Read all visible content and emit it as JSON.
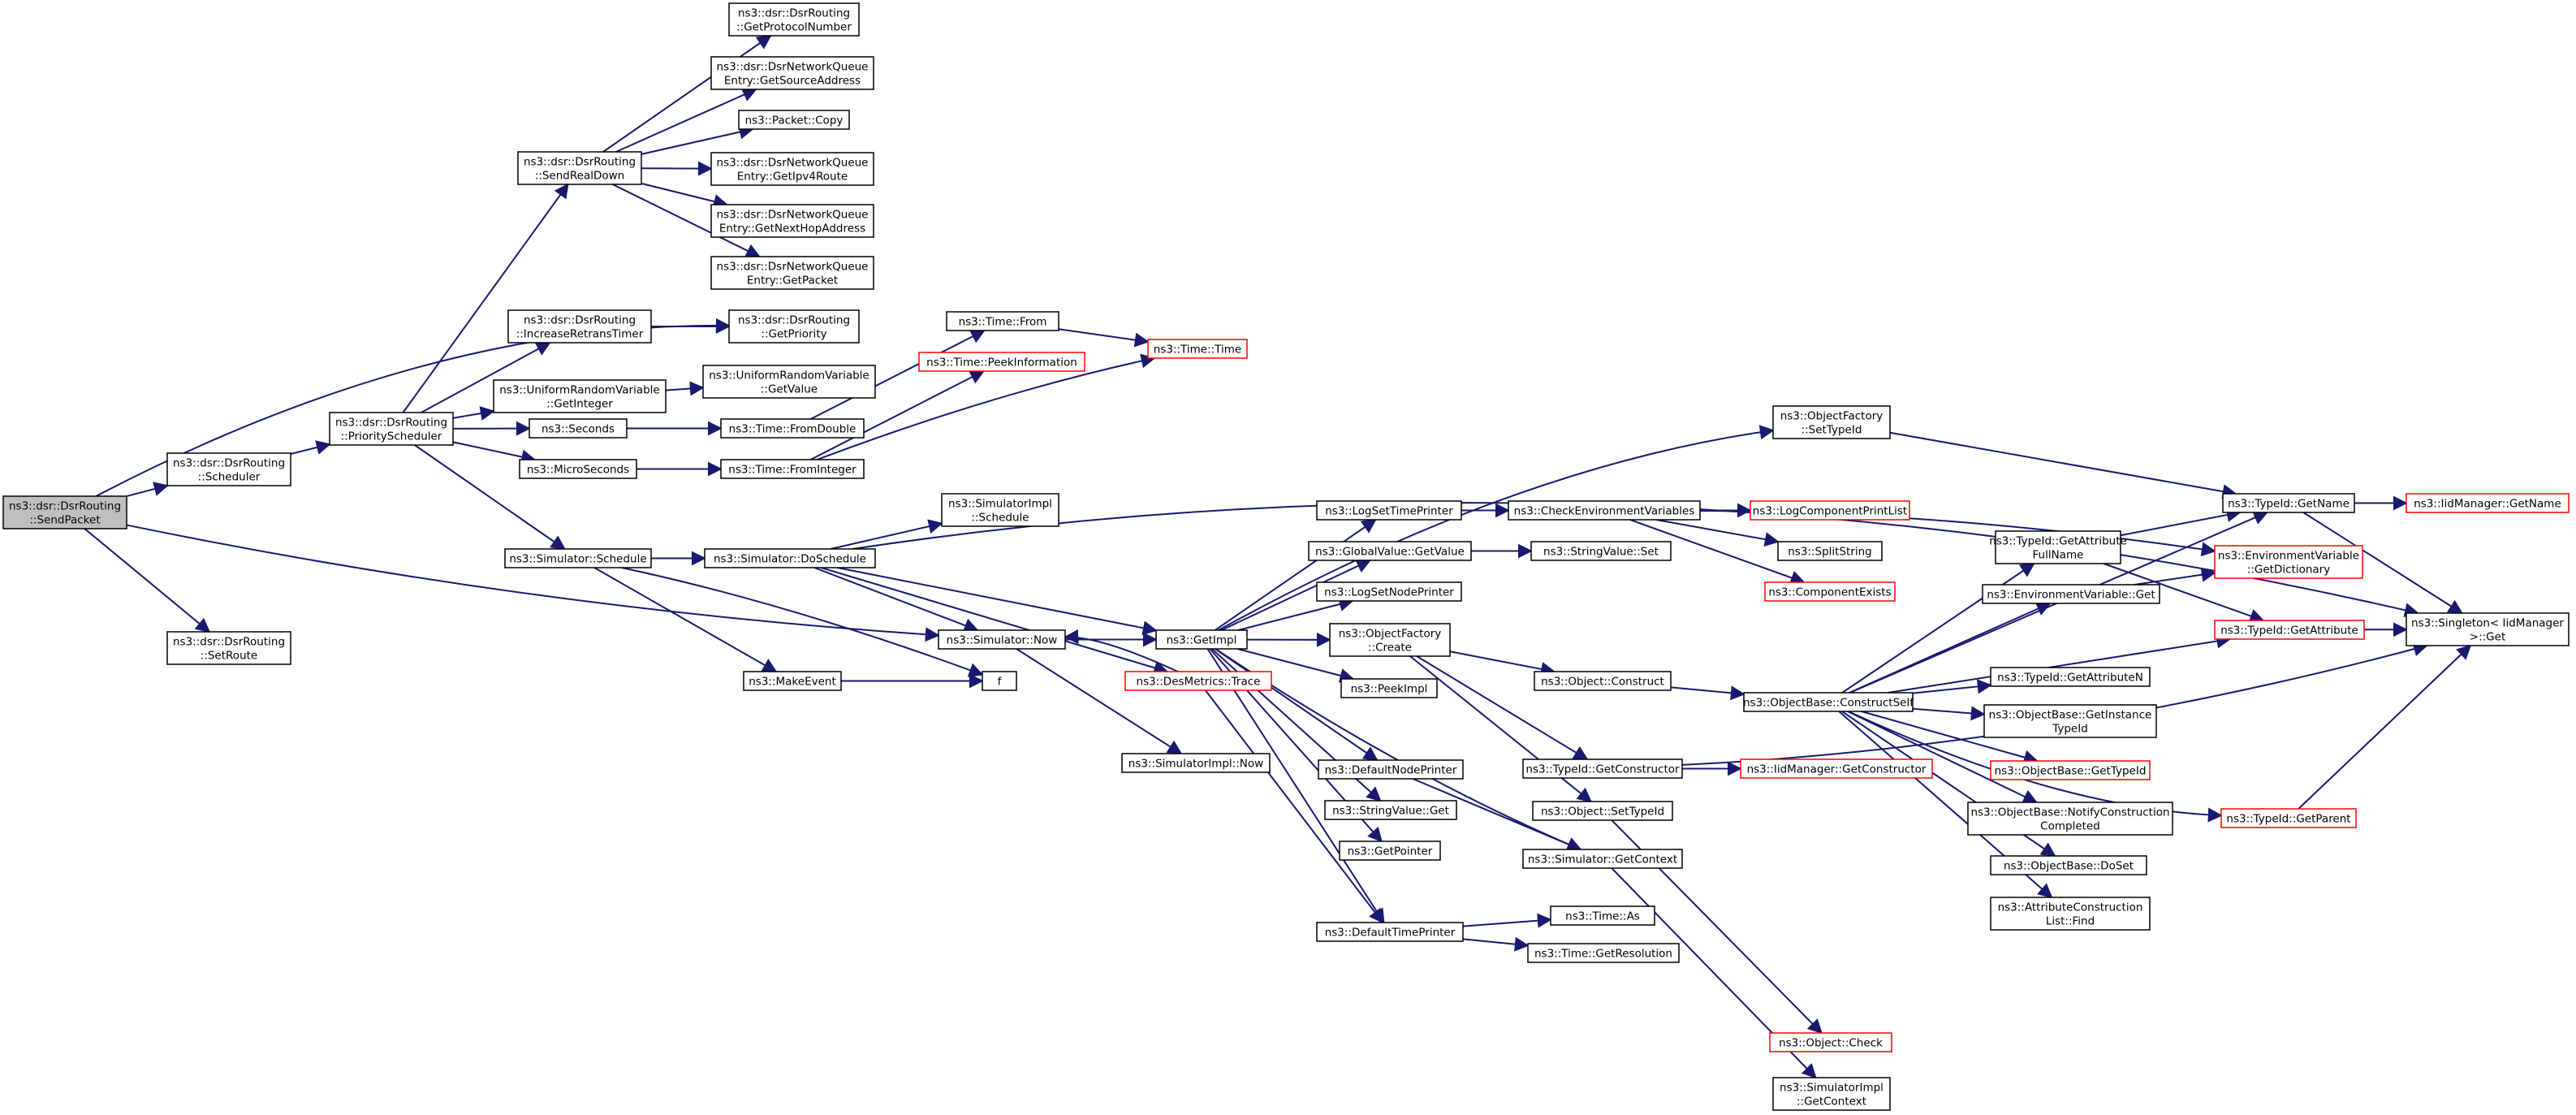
{
  "colors": {
    "edge": "#191970",
    "root_fill": "#bfbfbf",
    "truncated_border": "#ff0000",
    "normal_border": "#000000",
    "node_fill": "#ffffff"
  },
  "nodes": [
    {
      "id": "sendpacket",
      "lines": [
        "ns3::dsr::DsrRouting",
        "::SendPacket"
      ],
      "style": "root"
    },
    {
      "id": "scheduler",
      "lines": [
        "ns3::dsr::DsrRouting",
        "::Scheduler"
      ]
    },
    {
      "id": "setroute",
      "lines": [
        "ns3::dsr::DsrRouting",
        "::SetRoute"
      ]
    },
    {
      "id": "priosched",
      "lines": [
        "ns3::dsr::DsrRouting",
        "::PriorityScheduler"
      ]
    },
    {
      "id": "sendrealdown",
      "lines": [
        "ns3::dsr::DsrRouting",
        "::SendRealDown"
      ]
    },
    {
      "id": "incretrans",
      "lines": [
        "ns3::dsr::DsrRouting",
        "::IncreaseRetransTimer"
      ]
    },
    {
      "id": "urv_getint",
      "lines": [
        "ns3::UniformRandomVariable",
        "::GetInteger"
      ]
    },
    {
      "id": "seconds",
      "lines": [
        "ns3::Seconds"
      ]
    },
    {
      "id": "microseconds",
      "lines": [
        "ns3::MicroSeconds"
      ]
    },
    {
      "id": "sim_schedule",
      "lines": [
        "ns3::Simulator::Schedule"
      ]
    },
    {
      "id": "getprotonum",
      "lines": [
        "ns3::dsr::DsrRouting",
        "::GetProtocolNumber"
      ]
    },
    {
      "id": "getsrcaddr",
      "lines": [
        "ns3::dsr::DsrNetworkQueue",
        "Entry::GetSourceAddress"
      ]
    },
    {
      "id": "packetcopy",
      "lines": [
        "ns3::Packet::Copy"
      ]
    },
    {
      "id": "getipv4route",
      "lines": [
        "ns3::dsr::DsrNetworkQueue",
        "Entry::GetIpv4Route"
      ]
    },
    {
      "id": "getnexthop",
      "lines": [
        "ns3::dsr::DsrNetworkQueue",
        "Entry::GetNextHopAddress"
      ]
    },
    {
      "id": "getpacket",
      "lines": [
        "ns3::dsr::DsrNetworkQueue",
        "Entry::GetPacket"
      ]
    },
    {
      "id": "getpriority",
      "lines": [
        "ns3::dsr::DsrRouting",
        "::GetPriority"
      ]
    },
    {
      "id": "urv_getvalue",
      "lines": [
        "ns3::UniformRandomVariable",
        "::GetValue"
      ]
    },
    {
      "id": "time_fromdouble",
      "lines": [
        "ns3::Time::FromDouble"
      ]
    },
    {
      "id": "time_fromint",
      "lines": [
        "ns3::Time::FromInteger"
      ]
    },
    {
      "id": "doschedule",
      "lines": [
        "ns3::Simulator::DoSchedule"
      ]
    },
    {
      "id": "makeevent",
      "lines": [
        "ns3::MakeEvent"
      ]
    },
    {
      "id": "time_from",
      "lines": [
        "ns3::Time::From"
      ]
    },
    {
      "id": "peekinfo",
      "lines": [
        "ns3::Time::PeekInformation"
      ],
      "style": "truncated"
    },
    {
      "id": "time_time",
      "lines": [
        "ns3::Time::Time"
      ],
      "style": "truncated"
    },
    {
      "id": "simimpl_schedule",
      "lines": [
        "ns3::SimulatorImpl",
        "::Schedule"
      ]
    },
    {
      "id": "sim_now",
      "lines": [
        "ns3::Simulator::Now"
      ]
    },
    {
      "id": "f",
      "lines": [
        "f"
      ]
    },
    {
      "id": "desmetrics",
      "lines": [
        "ns3::DesMetrics::Trace"
      ],
      "style": "truncated"
    },
    {
      "id": "simimpl_now",
      "lines": [
        "ns3::SimulatorImpl::Now"
      ]
    },
    {
      "id": "getimpl",
      "lines": [
        "ns3::GetImpl"
      ]
    },
    {
      "id": "of_settypeid",
      "lines": [
        "ns3::ObjectFactory",
        "::SetTypeId"
      ]
    },
    {
      "id": "logsettime",
      "lines": [
        "ns3::LogSetTimePrinter"
      ]
    },
    {
      "id": "gv_getvalue",
      "lines": [
        "ns3::GlobalValue::GetValue"
      ]
    },
    {
      "id": "logsetnode",
      "lines": [
        "ns3::LogSetNodePrinter"
      ]
    },
    {
      "id": "of_create",
      "lines": [
        "ns3::ObjectFactory",
        "::Create"
      ]
    },
    {
      "id": "peekimpl",
      "lines": [
        "ns3::PeekImpl"
      ]
    },
    {
      "id": "defnodeprinter",
      "lines": [
        "ns3::DefaultNodePrinter"
      ]
    },
    {
      "id": "sv_get",
      "lines": [
        "ns3::StringValue::Get"
      ]
    },
    {
      "id": "getpointer",
      "lines": [
        "ns3::GetPointer"
      ]
    },
    {
      "id": "deftimeprinter",
      "lines": [
        "ns3::DefaultTimePrinter"
      ]
    },
    {
      "id": "checkenv",
      "lines": [
        "ns3::CheckEnvironmentVariables"
      ]
    },
    {
      "id": "sv_set",
      "lines": [
        "ns3::StringValue::Set"
      ]
    },
    {
      "id": "obj_construct",
      "lines": [
        "ns3::Object::Construct"
      ]
    },
    {
      "id": "tid_getctor",
      "lines": [
        "ns3::TypeId::GetConstructor"
      ]
    },
    {
      "id": "obj_settypeid",
      "lines": [
        "ns3::Object::SetTypeId"
      ]
    },
    {
      "id": "sim_getcontext",
      "lines": [
        "ns3::Simulator::GetContext"
      ]
    },
    {
      "id": "time_as",
      "lines": [
        "ns3::Time::As"
      ]
    },
    {
      "id": "time_getres",
      "lines": [
        "ns3::Time::GetResolution"
      ]
    },
    {
      "id": "logcomplist",
      "lines": [
        "ns3::LogComponentPrintList"
      ],
      "style": "truncated"
    },
    {
      "id": "splitstring",
      "lines": [
        "ns3::SplitString"
      ]
    },
    {
      "id": "compexists",
      "lines": [
        "ns3::ComponentExists"
      ],
      "style": "truncated"
    },
    {
      "id": "ob_constructself",
      "lines": [
        "ns3::ObjectBase::ConstructSelf"
      ]
    },
    {
      "id": "iid_getctor",
      "lines": [
        "ns3::IidManager::GetConstructor"
      ],
      "style": "truncated"
    },
    {
      "id": "obj_check",
      "lines": [
        "ns3::Object::Check"
      ],
      "style": "truncated"
    },
    {
      "id": "simimpl_getcontext",
      "lines": [
        "ns3::SimulatorImpl",
        "::GetContext"
      ]
    },
    {
      "id": "tid_getattrfull",
      "lines": [
        "ns3::TypeId::GetAttribute",
        "FullName"
      ]
    },
    {
      "id": "env_get",
      "lines": [
        "ns3::EnvironmentVariable::Get"
      ]
    },
    {
      "id": "tid_getattrn",
      "lines": [
        "ns3::TypeId::GetAttributeN"
      ]
    },
    {
      "id": "ob_getinsttid",
      "lines": [
        "ns3::ObjectBase::GetInstance",
        "TypeId"
      ]
    },
    {
      "id": "ob_gettypeid",
      "lines": [
        "ns3::ObjectBase::GetTypeId"
      ],
      "style": "truncated"
    },
    {
      "id": "ob_notify",
      "lines": [
        "ns3::ObjectBase::NotifyConstruction",
        "Completed"
      ]
    },
    {
      "id": "ob_doset",
      "lines": [
        "ns3::ObjectBase::DoSet"
      ]
    },
    {
      "id": "acl_find",
      "lines": [
        "ns3::AttributeConstruction",
        "List::Find"
      ]
    },
    {
      "id": "tid_getname",
      "lines": [
        "ns3::TypeId::GetName"
      ]
    },
    {
      "id": "env_getdict",
      "lines": [
        "ns3::EnvironmentVariable",
        "::GetDictionary"
      ],
      "style": "truncated"
    },
    {
      "id": "tid_getattr",
      "lines": [
        "ns3::TypeId::GetAttribute"
      ],
      "style": "truncated"
    },
    {
      "id": "tid_getparent",
      "lines": [
        "ns3::TypeId::GetParent"
      ],
      "style": "truncated"
    },
    {
      "id": "iid_getname",
      "lines": [
        "ns3::IidManager::GetName"
      ],
      "style": "truncated"
    },
    {
      "id": "singleton_get",
      "lines": [
        "ns3::Singleton< IidManager",
        ">::Get"
      ]
    }
  ]
}
